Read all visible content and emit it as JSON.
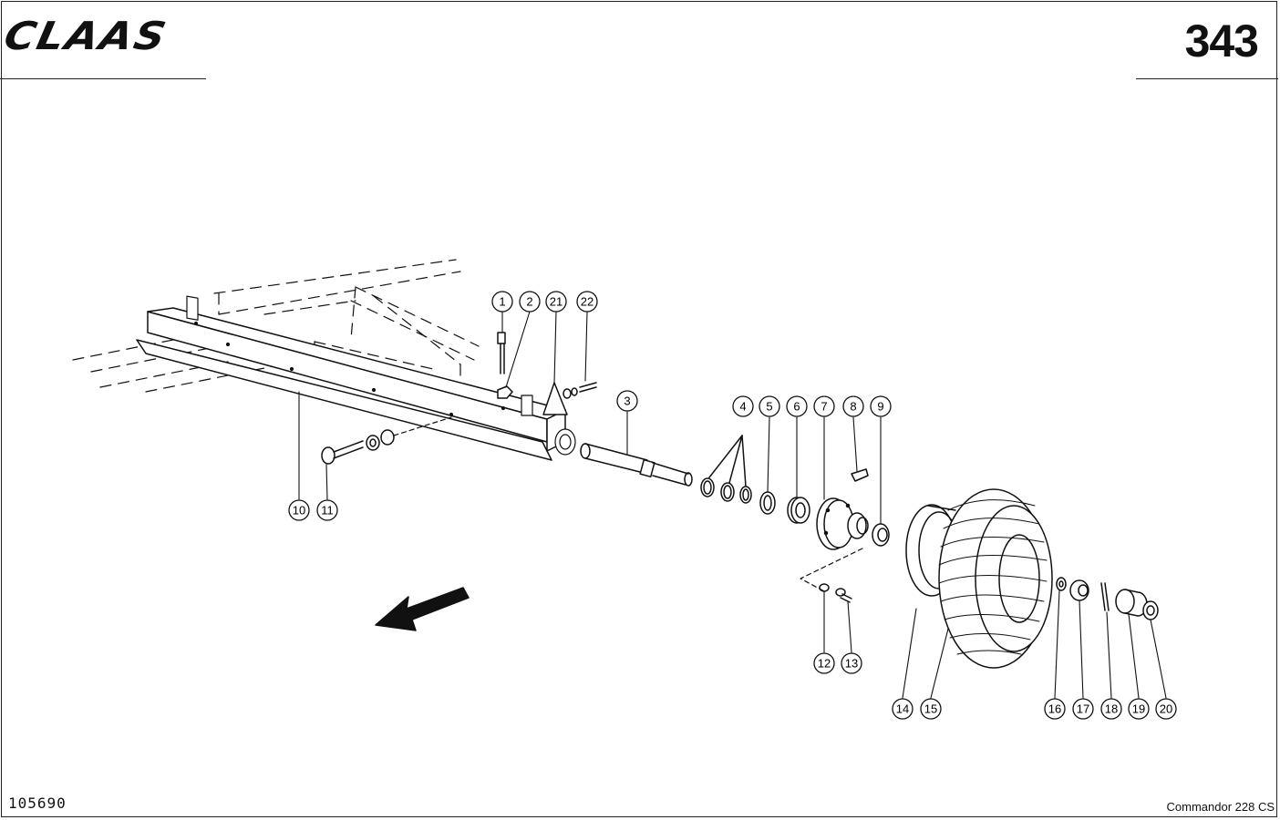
{
  "header": {
    "brand_logo_text": "CLAAS",
    "page_number": "343"
  },
  "footer": {
    "document_number": "105690",
    "model_name": "Commandor 228 CS"
  },
  "callouts": [
    "1",
    "2",
    "3",
    "4",
    "5",
    "6",
    "7",
    "8",
    "9",
    "10",
    "11",
    "12",
    "13",
    "14",
    "15",
    "16",
    "17",
    "18",
    "19",
    "20",
    "21",
    "22"
  ],
  "colors": {
    "ink": "#111111",
    "paper": "#ffffff"
  }
}
